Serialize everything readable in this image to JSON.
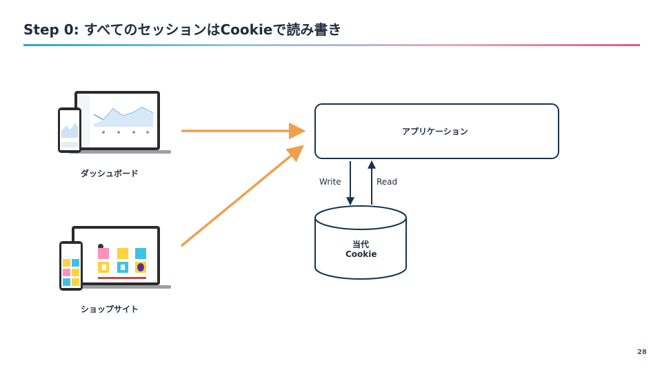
{
  "header": {
    "title": "Step 0: すべてのセッションはCookieで読み書き"
  },
  "nodes": {
    "dashboard": "ダッシュボード",
    "shop": "ショップサイト",
    "app": "アプリケーション",
    "store_line1": "当代",
    "store_line2": "Cookie"
  },
  "edges": {
    "write": "Write",
    "read": "Read"
  },
  "footer": {
    "page_number": "28"
  },
  "colors": {
    "arrow_orange": "#f0a04b",
    "box_navy": "#17324d",
    "accent": "#22a7d6"
  },
  "icons": [
    "laptop-icon",
    "phone-icon"
  ]
}
